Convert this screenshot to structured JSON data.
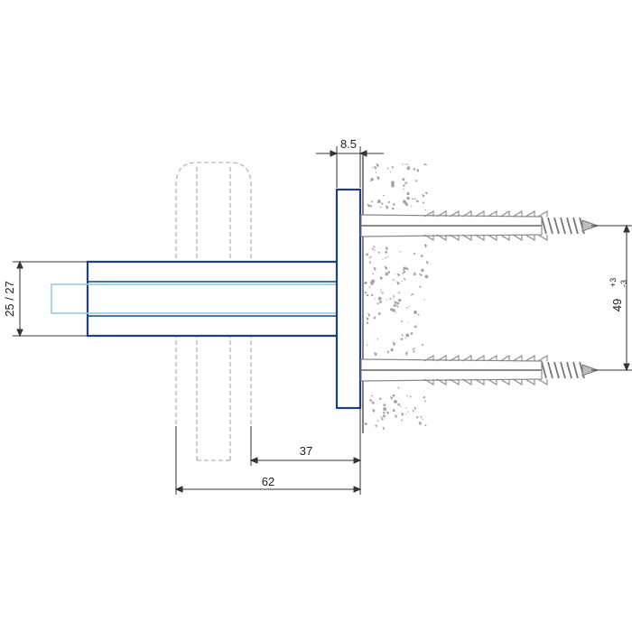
{
  "dimensions": {
    "plate_thickness": "8.5",
    "glass_thickness": "25 / 27",
    "clamp_depth": "37",
    "overall_depth": "62",
    "screw_spacing": "49",
    "screw_spacing_tol_plus": "+3",
    "screw_spacing_tol_minus": "-3"
  },
  "colors": {
    "profile_stroke": "#1f3f7a",
    "glass_stroke": "#8ecfe0",
    "dim_line": "#333333",
    "hidden_line": "#b5b5b5",
    "wall_speckle": "#9a9a9a",
    "anchor": "#8a8a8a"
  }
}
